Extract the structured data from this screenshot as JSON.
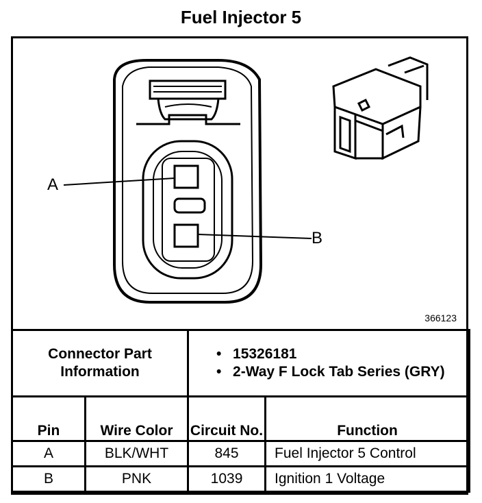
{
  "title": "Fuel Injector 5",
  "diagram": {
    "pin_labels": [
      "A",
      "B"
    ],
    "figure_number": "366123"
  },
  "connector_info": {
    "label": "Connector Part Information",
    "values": [
      "15326181",
      "2-Way F Lock Tab Series (GRY)"
    ]
  },
  "table": {
    "headers": [
      "Pin",
      "Wire Color",
      "Circuit No.",
      "Function"
    ],
    "rows": [
      {
        "pin": "A",
        "wire_color": "BLK/WHT",
        "circuit": "845",
        "function": "Fuel Injector 5 Control"
      },
      {
        "pin": "B",
        "wire_color": "PNK",
        "circuit": "1039",
        "function": "Ignition 1 Voltage"
      }
    ]
  }
}
